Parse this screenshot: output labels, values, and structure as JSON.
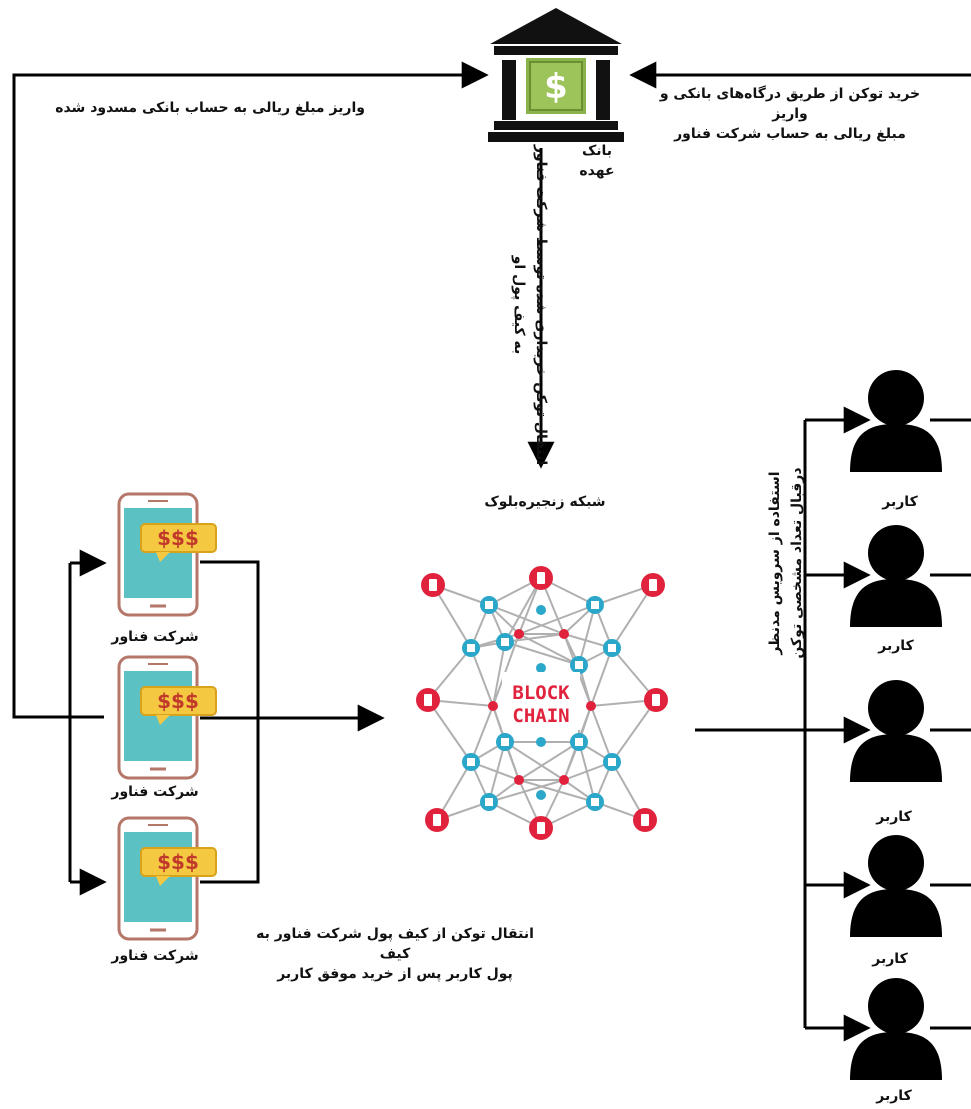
{
  "labels": {
    "bank_name_line1": "بانک",
    "bank_name_line2": "عهده",
    "deposit_to_blocked_account": "واریز مبلغ ریالی به حساب بانکی مسدود شده",
    "buy_token_line1": "خرید توکن از طریق درگاه‌های بانکی و واریز",
    "buy_token_line2": "مبلغ ریالی به حساب شرکت فناور",
    "token_transfer_vertical_line1": "انتقال توکن خریداری شده توسط شرکت فناور",
    "token_transfer_vertical_line2": "به کیف پول او",
    "blockchain_network": "شبکه زنجیره‌بلوک",
    "blockchain_logo_line1": "BLOCK",
    "blockchain_logo_line2": "CHAIN",
    "wallet_transfer_line1": "انتقال توکن از کیف پول شرکت فناور به کیف",
    "wallet_transfer_line2": "پول کاربر پس از خرید موفق کاربر",
    "service_usage_line1": "استفاده از سرویس مدنظر",
    "service_usage_line2": "درقبال تعداد مشخصی توکن"
  },
  "companies": [
    {
      "label": "شرکت فناور",
      "coin_text": "$$$"
    },
    {
      "label": "شرکت فناور",
      "coin_text": "$$$"
    },
    {
      "label": "شرکت فناور",
      "coin_text": "$$$"
    }
  ],
  "users": [
    {
      "label": "کاربر"
    },
    {
      "label": "کاربر"
    },
    {
      "label": "کاربر"
    },
    {
      "label": "کاربر"
    },
    {
      "label": "کاربر"
    }
  ],
  "colors": {
    "line": "#000000",
    "bank_body": "#111111",
    "bank_note": "#8ab34a",
    "phone_screen": "#5bc1c3",
    "phone_frame": "#b5776a",
    "coin_box": "#f5c842",
    "node_red": "#e0223c",
    "node_teal": "#2aa7c9",
    "edge_gray": "#b0b0b0"
  }
}
